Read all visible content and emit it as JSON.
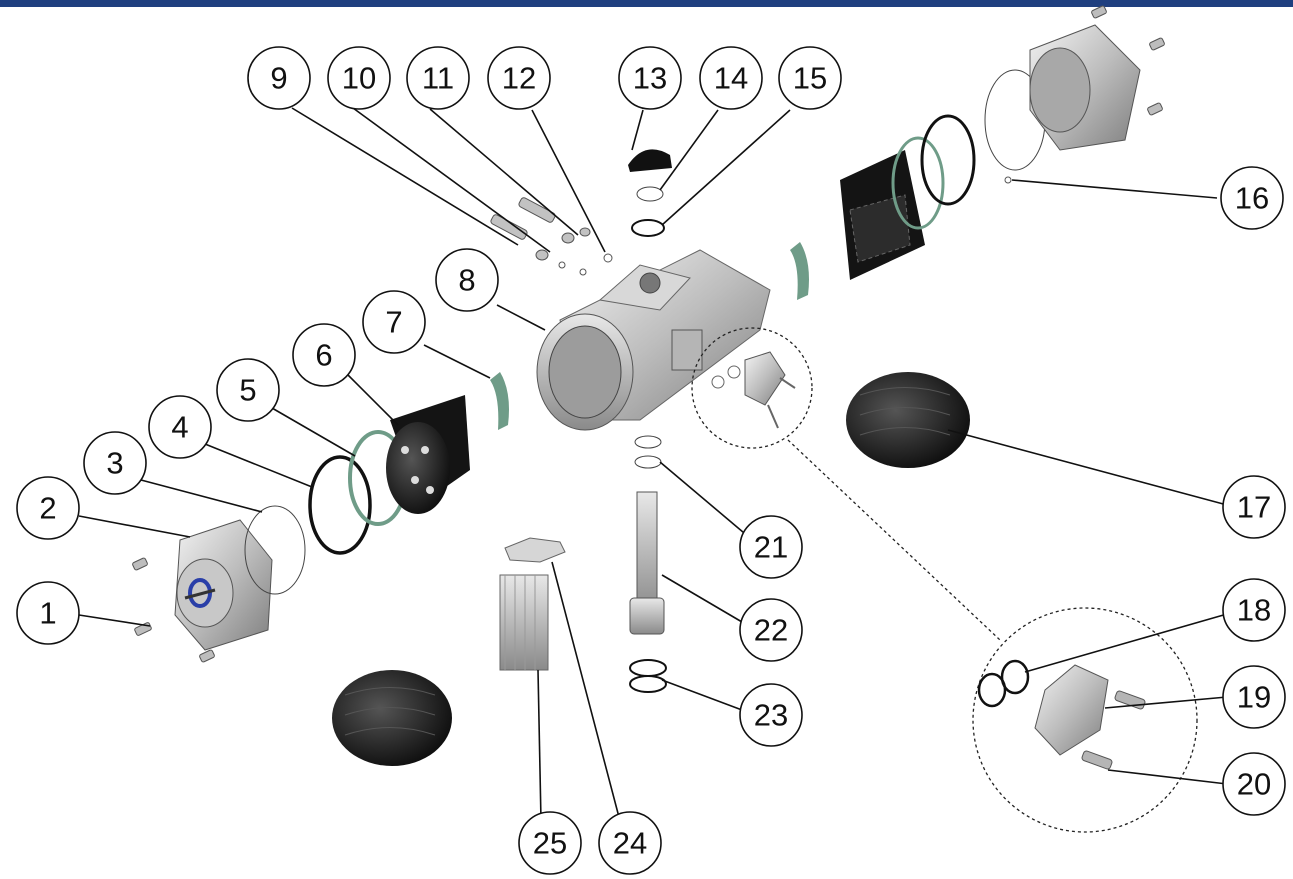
{
  "colors": {
    "bar": "#1f3f7f",
    "metal": "#c9c9c9",
    "dark": "#111111",
    "seal": "#6f9c88",
    "blue": "#2a3fa8"
  },
  "callouts": {
    "c1": "1",
    "c2": "2",
    "c3": "3",
    "c4": "4",
    "c5": "5",
    "c6": "6",
    "c7": "7",
    "c8": "8",
    "c9": "9",
    "c10": "10",
    "c11": "11",
    "c12": "12",
    "c13": "13",
    "c14": "14",
    "c15": "15",
    "c16": "16",
    "c17": "17",
    "c18": "18",
    "c19": "19",
    "c20": "20",
    "c21": "21",
    "c22": "22",
    "c23": "23",
    "c24": "24",
    "c25": "25"
  }
}
